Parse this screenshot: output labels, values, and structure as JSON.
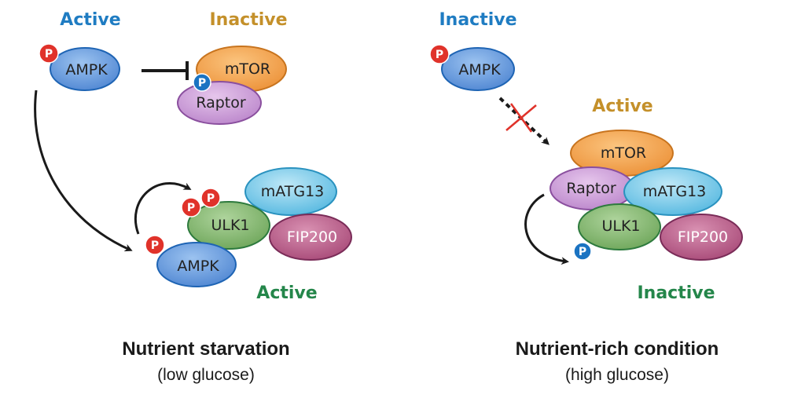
{
  "colors": {
    "ampk": "#5b8fd6",
    "mtor": "#f0a04a",
    "raptor": "#c99ad4",
    "ulk1": "#7fb36b",
    "matg13": "#6fc4e6",
    "fip200": "#b85a86",
    "phospho_red": "#e0322a",
    "phospho_blue": "#1a73c2",
    "label_blue": "#1f7cc2",
    "label_gold": "#c4902a",
    "label_green": "#24864a",
    "inhibit_cross": "#e0322a"
  },
  "left_panel": {
    "ampk_state": "Active",
    "mtor_state": "Inactive",
    "complex_state": "Active",
    "proteins": {
      "ampk_top": "AMPK",
      "mtor": "mTOR",
      "raptor": "Raptor",
      "matg13": "mATG13",
      "ulk1": "ULK1",
      "fip200": "FIP200",
      "ampk_bottom": "AMPK"
    },
    "phospho": "P",
    "caption_title": "Nutrient starvation",
    "caption_sub": "(low glucose)"
  },
  "right_panel": {
    "ampk_state": "Inactive",
    "mtor_state": "Active",
    "complex_state": "Inactive",
    "proteins": {
      "ampk": "AMPK",
      "mtor": "mTOR",
      "raptor": "Raptor",
      "matg13": "mATG13",
      "ulk1": "ULK1",
      "fip200": "FIP200"
    },
    "phospho": "P",
    "caption_title": "Nutrient-rich condition",
    "caption_sub": "(high glucose)"
  }
}
